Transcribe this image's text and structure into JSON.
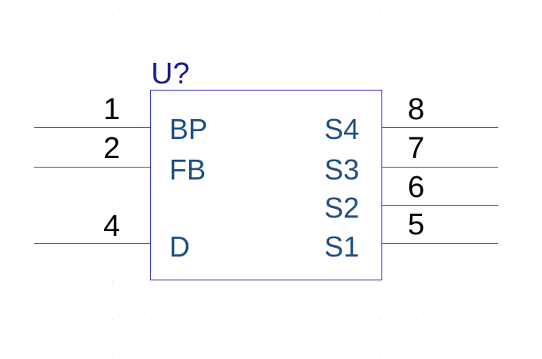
{
  "component": {
    "reference": "U?",
    "body_color": "#3232b4",
    "reference_color": "#1c1c8c",
    "pin_name_color": "#1f4f82",
    "pin_line_color": "#c83232",
    "pin_number_color": "#000000"
  },
  "left_pins": [
    {
      "number": "1",
      "name": "BP"
    },
    {
      "number": "2",
      "name": "FB"
    },
    {
      "number": "4",
      "name": "D"
    }
  ],
  "right_pins": [
    {
      "number": "8",
      "name": "S4"
    },
    {
      "number": "7",
      "name": "S3"
    },
    {
      "number": "6",
      "name": "S2"
    },
    {
      "number": "5",
      "name": "S1"
    }
  ]
}
